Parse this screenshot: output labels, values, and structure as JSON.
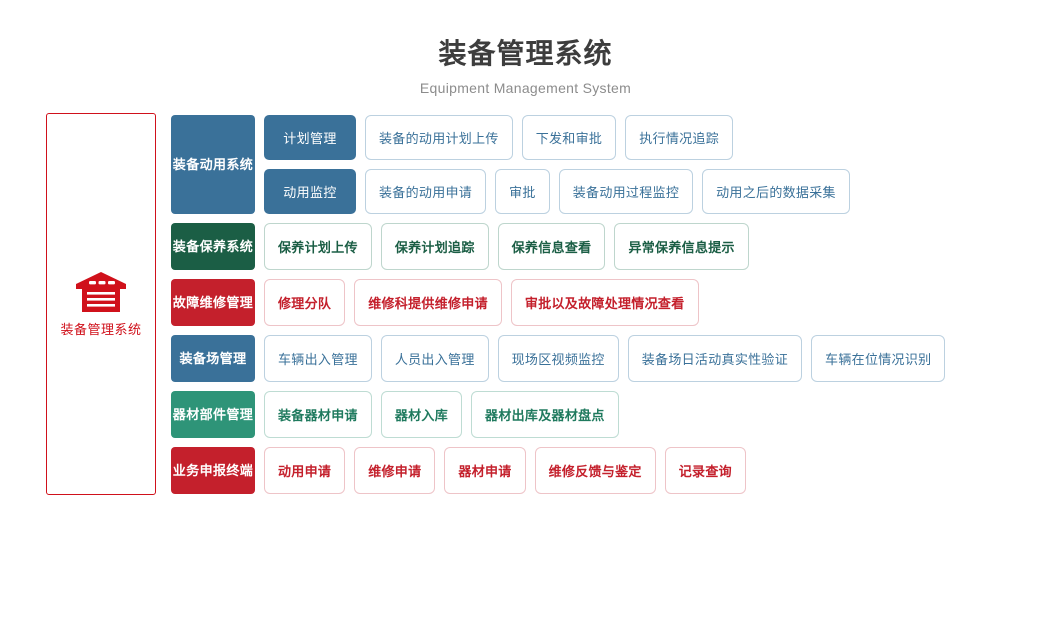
{
  "header": {
    "main_title": "装备管理系统",
    "sub_title": "Equipment Management System"
  },
  "root": {
    "icon": "warehouse-icon",
    "label": "装备管理系统",
    "color": "#d0111b"
  },
  "colors": {
    "blue": "#3a7199",
    "dark_green": "#1b5e45",
    "light_green": "#2e9478",
    "red": "#c4202c",
    "leaf_blue_border": "#bcd1e0",
    "leaf_green_border": "#bed6cd",
    "leaf_red_border": "#eec4c8"
  },
  "rows": [
    {
      "category": "装备动用系统",
      "theme": "blue",
      "subrows": [
        {
          "mid": "计划管理",
          "leaves": [
            "装备的动用计划上传",
            "下发和审批",
            "执行情况追踪"
          ]
        },
        {
          "mid": "动用监控",
          "leaves": [
            "装备的动用申请",
            "审批",
            "装备动用过程监控",
            "动用之后的数据采集"
          ]
        }
      ]
    },
    {
      "category": "装备保养系统",
      "theme": "dgreen",
      "subrows": [
        {
          "mid": null,
          "leaves": [
            "保养计划上传",
            "保养计划追踪",
            "保养信息查看",
            "异常保养信息提示"
          ]
        }
      ]
    },
    {
      "category": "故障维修管理",
      "theme": "red",
      "subrows": [
        {
          "mid": null,
          "leaves": [
            "修理分队",
            "维修科提供维修申请",
            "审批以及故障处理情况查看"
          ]
        }
      ]
    },
    {
      "category": "装备场管理",
      "theme": "blue",
      "subrows": [
        {
          "mid": null,
          "leaves": [
            "车辆出入管理",
            "人员出入管理",
            "现场区视频监控",
            "装备场日活动真实性验证",
            "车辆在位情况识别"
          ]
        }
      ]
    },
    {
      "category": "器材部件管理",
      "theme": "lgreen",
      "subrows": [
        {
          "mid": null,
          "leaves": [
            "装备器材申请",
            "器材入库",
            "器材出库及器材盘点"
          ]
        }
      ]
    },
    {
      "category": "业务申报终端",
      "theme": "red2",
      "subrows": [
        {
          "mid": null,
          "leaves": [
            "动用申请",
            "维修申请",
            "器材申请",
            "维修反馈与鉴定",
            "记录查询"
          ]
        }
      ]
    }
  ]
}
